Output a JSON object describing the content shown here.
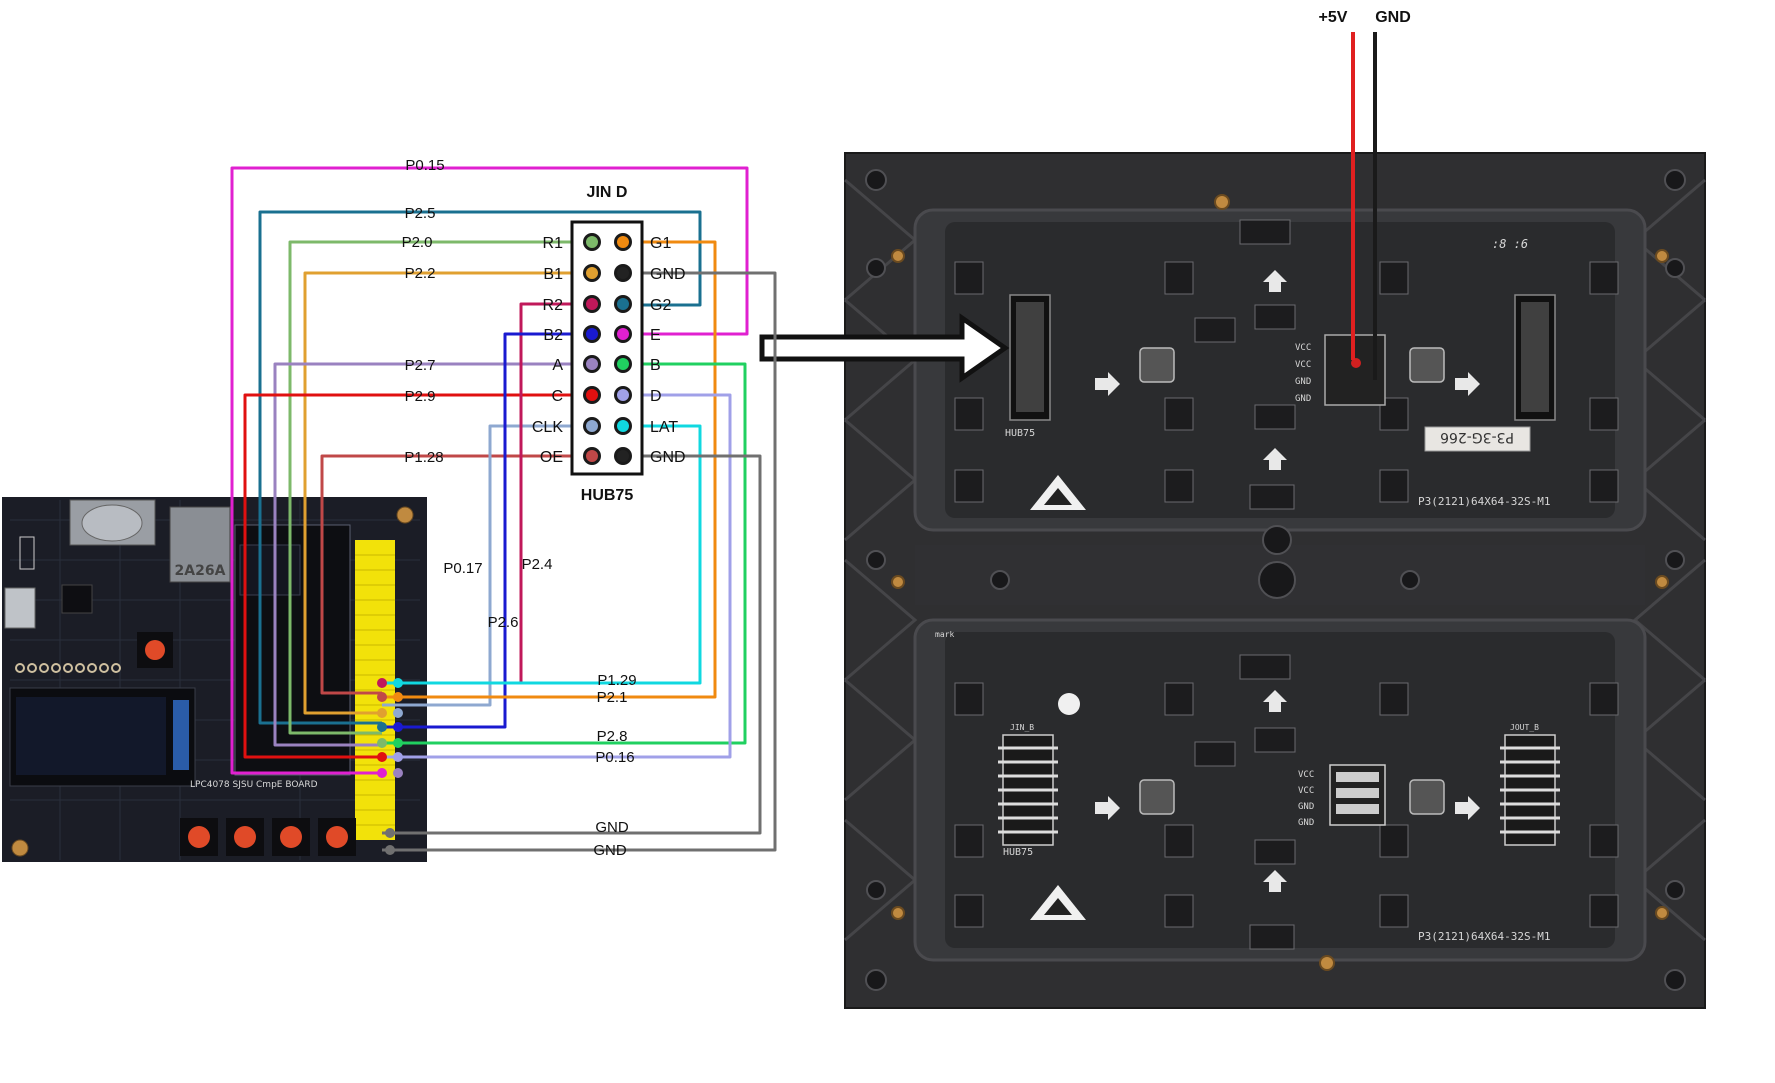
{
  "power": {
    "vcc_label": "+5V",
    "gnd_label": "GND",
    "vcc_color": "#e02020",
    "gnd_color": "#1a1a1a"
  },
  "connector": {
    "title": "JIN D",
    "footer": "HUB75",
    "left_pins": [
      {
        "label": "R1",
        "color": "#7db96a"
      },
      {
        "label": "B1",
        "color": "#e0a030"
      },
      {
        "label": "R2",
        "color": "#c0185a"
      },
      {
        "label": "B2",
        "color": "#1a1ad0"
      },
      {
        "label": "A",
        "color": "#9a82c0"
      },
      {
        "label": "C",
        "color": "#e01010"
      },
      {
        "label": "CLK",
        "color": "#8ea8d0"
      },
      {
        "label": "OE",
        "color": "#c04848"
      }
    ],
    "right_pins": [
      {
        "label": "G1",
        "color": "#f08a10"
      },
      {
        "label": "GND",
        "color": "#222222"
      },
      {
        "label": "G2",
        "color": "#1a7090"
      },
      {
        "label": "E",
        "color": "#e020d0"
      },
      {
        "label": "B",
        "color": "#20d060"
      },
      {
        "label": "D",
        "color": "#a0a0e8"
      },
      {
        "label": "LAT",
        "color": "#10d8e0"
      },
      {
        "label": "GND",
        "color": "#222222"
      }
    ]
  },
  "wires": [
    {
      "label": "P0.15",
      "color": "#e020d0"
    },
    {
      "label": "P2.5",
      "color": "#1a7090"
    },
    {
      "label": "P2.0",
      "color": "#7db96a"
    },
    {
      "label": "P2.2",
      "color": "#e0a030"
    },
    {
      "label": "P2.7",
      "color": "#9a82c0"
    },
    {
      "label": "P2.9",
      "color": "#e01010"
    },
    {
      "label": "P1.28",
      "color": "#c04848"
    },
    {
      "label": "P0.17",
      "color": "#8ea8d0"
    },
    {
      "label": "P2.4",
      "color": "#c0185a"
    },
    {
      "label": "P2.6",
      "color": "#1a1ad0"
    },
    {
      "label": "P1.29",
      "color": "#10d8e0"
    },
    {
      "label": "P2.1",
      "color": "#f08a10"
    },
    {
      "label": "P2.8",
      "color": "#20d060"
    },
    {
      "label": "P0.16",
      "color": "#a0a0e8"
    },
    {
      "label": "GND",
      "color": "#707070"
    },
    {
      "label": "GND",
      "color": "#707070"
    }
  ],
  "board": {
    "name": "LPC4078  SJSU  CmpE  BOARD",
    "chip": "2A26A"
  },
  "panel": {
    "top_model": "P3(2121)64X64-32S-M1",
    "bottom_model": "P3(2121)64X64-32S-M1",
    "sticker": "P3-3G-266",
    "hub_in": "HUB75",
    "hub_in_bottom": "HUB75",
    "jin_label": "JIN_B",
    "jout_label": "JOUT_B",
    "mark_label": "mark",
    "vcc": "VCC",
    "gnd": "GND",
    "clock": ":8 :6"
  }
}
